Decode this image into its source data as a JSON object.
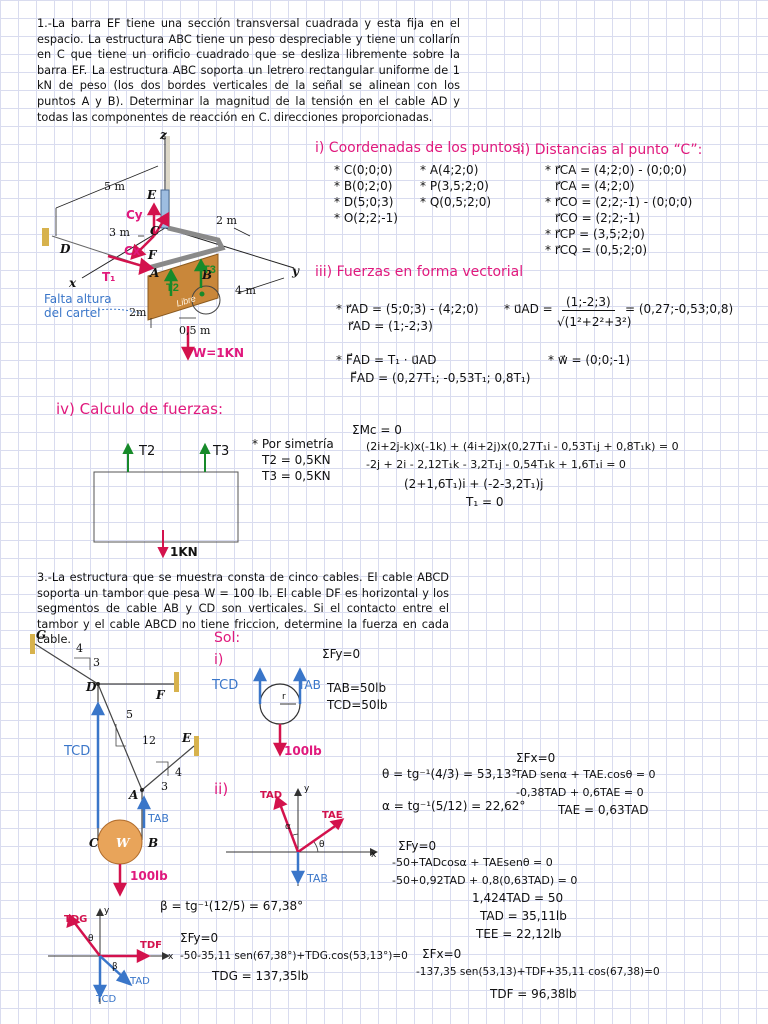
{
  "problem1": {
    "text": "1.-La barra EF tiene una sección transversal cuadrada y esta fija en el espacio. La estructura ABC tiene un peso despreciable y tiene un collarín en C que tiene un orificio cuadrado que se desliza libremente sobre la barra EF. La estructura ABC soporta un letrero rectangular uniforme de 1 kN de peso (los dos bordes verticales de la señal se alinean con los puntos A y B). Determinar la magnitud de la tensión en el cable AD y todas las componentes de reacción en C. direcciones proporcionadas.",
    "figure": {
      "axis_z": "z",
      "axis_y": "y",
      "axis_x": "x",
      "dim_5m": "5 m",
      "dim_3m": "3 m",
      "dim_2m": "2 m",
      "dim_4m": "4 m",
      "dim_2m_left": "2m",
      "dim_05m": "0,5 m",
      "pt_E": "E",
      "pt_D": "D",
      "pt_F": "F",
      "pt_C": "C",
      "pt_A": "A",
      "pt_B": "B",
      "cy": "Cy",
      "cx": "Cx",
      "t1": "T₁",
      "t2": "T2",
      "t3": "T3",
      "missing_height": "Falta altura del cartel",
      "weight": "W=1KN",
      "sign_text": "Libre"
    },
    "coords_title": "i) Coordenadas de los puntos:",
    "coords_left": [
      "* C(0;0;0)",
      "* B(0;2;0)",
      "* D(5;0;3)",
      "* O(2;2;-1)"
    ],
    "coords_right": [
      "* A(4;2;0)",
      "* P(3,5;2;0)",
      "* Q(0,5;2;0)"
    ],
    "dist_title": "ii) Distancias al punto “C”:",
    "dist_lines": [
      "* r⃗CA = (4;2;0) - (0;0;0)",
      "r⃗CA = (4;2;0)",
      "* r⃗CO = (2;2;-1) - (0;0;0)",
      "r⃗CO = (2;2;-1)",
      "* r⃗CP = (3,5;2;0)",
      "* r⃗CQ = (0,5;2;0)"
    ],
    "vector_title": "iii) Fuerzas en forma vectorial",
    "rad_line1": "* r⃗AD = (5;0;3) - (4;2;0)",
    "rad_line2": "r⃗AD = (1;-2;3)",
    "uad_prefix": "* u⃗AD =",
    "uad_num": "(1;-2;3)",
    "uad_den": "√(1²+2²+3²)",
    "uad_result": "= (0,27;-0,53;0,8)",
    "fad_line1": "* F⃗AD = T₁ · u⃗AD",
    "fad_line2": "F⃗AD = (0,27T₁; -0,53T₁; 0,8T₁)",
    "w_line": "* w⃗ = (0;0;-1)",
    "calc_title": "iv) Calculo de fuerzas:",
    "fbd_t2": "T2",
    "fbd_t3": "T3",
    "fbd_load": "1KN",
    "symmetry": [
      "* Por simetría",
      "T2 = 0,5KN",
      "T3 = 0,5KN"
    ],
    "moments": [
      "ΣMc = 0",
      "(2i+2j-k)x(-1k) + (4i+2j)x(0,27T₁i - 0,53T₁j + 0,8T₁k) = 0",
      "-2j + 2i - 2,12T₁k - 3,2T₁j - 0,54T₁k + 1,6T₁i = 0",
      "(2+1,6T₁)i + (-2-3,2T₁)j",
      "T₁ = 0"
    ]
  },
  "problem3": {
    "text": "3.-La estructura que se muestra consta de cinco cables. El cable ABCD soporta un tambor que pesa W = 100 lb. El cable DF es horizontal y los segmentos de cable AB y CD son verticales. Si el contacto entre el tambor y el cable ABCD no tiene friccion, determine la fuerza en cada cable.",
    "figure": {
      "pt_G": "G",
      "pt_D": "D",
      "pt_F": "F",
      "pt_E": "E",
      "pt_A": "A",
      "pt_C": "C",
      "pt_B": "B",
      "pt_W": "W",
      "n4": "4",
      "n3": "3",
      "n5": "5",
      "n12": "12",
      "n4b": "4",
      "n3b": "3",
      "tcd": "TCD",
      "tab": "TAB",
      "load": "100lb"
    },
    "sol_label": "Sol:",
    "part1_label": "i)",
    "part1_tcd": "TCD",
    "part1_tab": "TAB",
    "part1_r": "r",
    "part1_load": "100lb",
    "part1_eqs": [
      "ΣFy=0",
      "TAB=50lb",
      "TCD=50lb"
    ],
    "part2_label": "ii)",
    "angles": [
      "θ = tg⁻¹(4/3) = 53,13°",
      "α = tg⁻¹(5/12) = 22,62°"
    ],
    "fx_eqs": [
      "ΣFx=0",
      "-TAD senα + TAE.cosθ = 0",
      "-0,38TAD + 0,6TAE = 0",
      "TAE = 0,63TAD"
    ],
    "fy_eqs": [
      "ΣFy=0",
      "-50+TADcosα + TAEsenθ = 0",
      "-50+0,92TAD + 0,8(0,63TAD) = 0",
      "1,424TAD = 50",
      "TAD = 35,11lb",
      "TEE = 22,12lb"
    ],
    "fbd2": {
      "tad": "TAD",
      "tae": "TAE",
      "tab": "TAB",
      "y": "y",
      "x": "x",
      "alpha": "α",
      "theta": "θ"
    },
    "beta_line": "β = tg⁻¹(12/5) = 67,38°",
    "fy3_eqs": [
      "ΣFy=0",
      "-50-35,11 sen(67,38°)+TDG.cos(53,13°)=0",
      "TDG = 137,35lb"
    ],
    "fx3_eqs": [
      "ΣFx=0",
      "-137,35 sen(53,13)+TDF+35,11 cos(67,38)=0",
      "TDF = 96,38lb"
    ],
    "fbd3": {
      "tdg": "TDG",
      "tdf": "TDF",
      "tad": "TAD",
      "tcd": "TCD",
      "y": "y",
      "x": "x",
      "theta": "θ",
      "beta": "β"
    }
  }
}
